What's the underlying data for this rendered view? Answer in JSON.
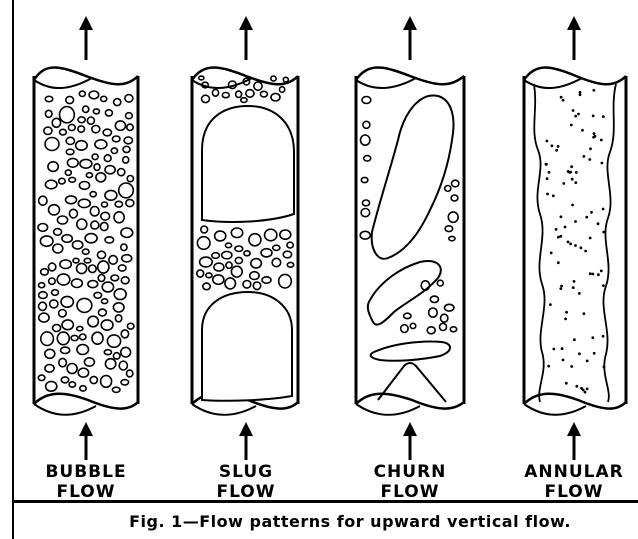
{
  "figure": {
    "caption": "Fig. 1—Flow patterns for upward vertical flow.",
    "patterns": [
      {
        "line1": "BUBBLE",
        "line2": "FLOW"
      },
      {
        "line1": "SLUG",
        "line2": "FLOW"
      },
      {
        "line1": "CHURN",
        "line2": "FLOW"
      },
      {
        "line1": "ANNULAR",
        "line2": "FLOW"
      }
    ]
  }
}
